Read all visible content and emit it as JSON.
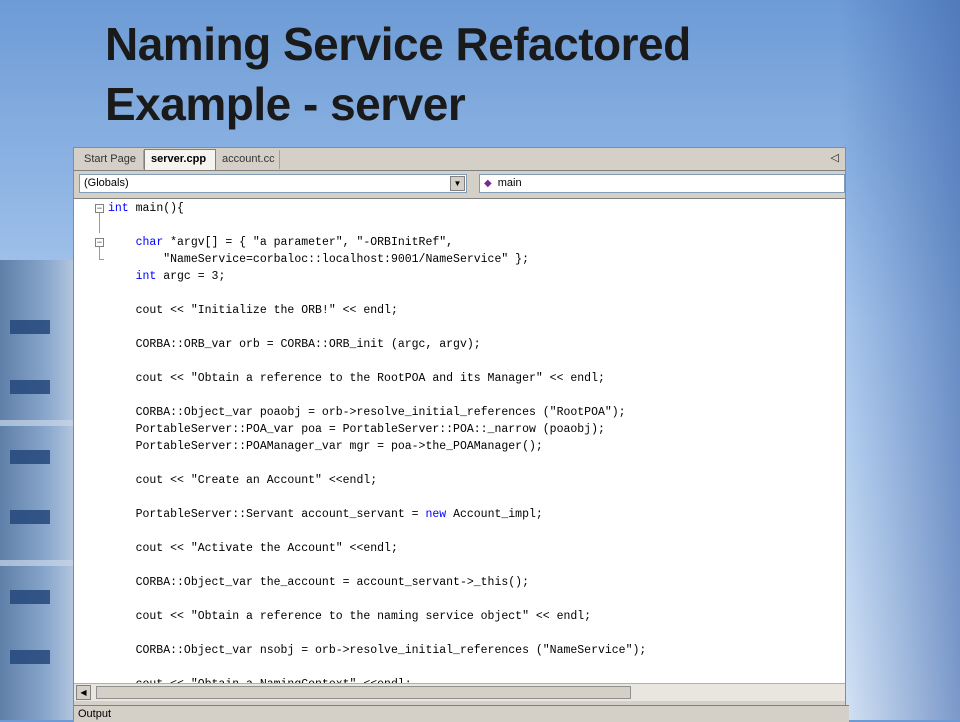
{
  "slide": {
    "title_line1": "Naming Service Refactored",
    "title_line2": "Example - server"
  },
  "ide": {
    "tabs": [
      "Start Page",
      "server.cpp",
      "account.cc"
    ],
    "active_tab": "server.cpp",
    "close_glyph": "◁",
    "scope_combo": "(Globals)",
    "member_combo": "main",
    "output_label": "Output",
    "code_lines": [
      {
        "kind": "fold",
        "segments": [
          {
            "t": "int",
            "kw": true
          },
          {
            "t": " main(){",
            "kw": false
          }
        ]
      },
      {
        "kind": "blank",
        "segments": []
      },
      {
        "kind": "fold",
        "segments": [
          {
            "t": "    ",
            "kw": false
          },
          {
            "t": "char",
            "kw": true
          },
          {
            "t": " *argv[] = { \"a parameter\", \"-ORBInitRef\",",
            "kw": false
          }
        ]
      },
      {
        "kind": "end",
        "segments": [
          {
            "t": "        \"NameService=corbaloc::localhost:9001/NameService\" };",
            "kw": false
          }
        ]
      },
      {
        "kind": "line",
        "segments": [
          {
            "t": "    ",
            "kw": false
          },
          {
            "t": "int",
            "kw": true
          },
          {
            "t": " argc = 3;",
            "kw": false
          }
        ]
      },
      {
        "kind": "blank",
        "segments": []
      },
      {
        "kind": "line",
        "segments": [
          {
            "t": "    cout << \"Initialize the ORB!\" << endl;",
            "kw": false
          }
        ]
      },
      {
        "kind": "blank",
        "segments": []
      },
      {
        "kind": "line",
        "segments": [
          {
            "t": "    CORBA::ORB_var orb = CORBA::ORB_init (argc, argv);",
            "kw": false
          }
        ]
      },
      {
        "kind": "blank",
        "segments": []
      },
      {
        "kind": "line",
        "segments": [
          {
            "t": "    cout << \"Obtain a reference to the RootPOA and its Manager\" << endl;",
            "kw": false
          }
        ]
      },
      {
        "kind": "blank",
        "segments": []
      },
      {
        "kind": "line",
        "segments": [
          {
            "t": "    CORBA::Object_var poaobj = orb->resolve_initial_references (\"RootPOA\");",
            "kw": false
          }
        ]
      },
      {
        "kind": "line",
        "segments": [
          {
            "t": "    PortableServer::POA_var poa = PortableServer::POA::_narrow (poaobj);",
            "kw": false
          }
        ]
      },
      {
        "kind": "line",
        "segments": [
          {
            "t": "    PortableServer::POAManager_var mgr = poa->the_POAManager();",
            "kw": false
          }
        ]
      },
      {
        "kind": "blank",
        "segments": []
      },
      {
        "kind": "line",
        "segments": [
          {
            "t": "    cout << \"Create an Account\" <<endl;",
            "kw": false
          }
        ]
      },
      {
        "kind": "blank",
        "segments": []
      },
      {
        "kind": "line",
        "segments": [
          {
            "t": "    PortableServer::Servant account_servant = ",
            "kw": false
          },
          {
            "t": "new",
            "kw": true
          },
          {
            "t": " Account_impl;",
            "kw": false
          }
        ]
      },
      {
        "kind": "blank",
        "segments": []
      },
      {
        "kind": "line",
        "segments": [
          {
            "t": "    cout << \"Activate the Account\" <<endl;",
            "kw": false
          }
        ]
      },
      {
        "kind": "blank",
        "segments": []
      },
      {
        "kind": "line",
        "segments": [
          {
            "t": "    CORBA::Object_var the_account = account_servant->_this();",
            "kw": false
          }
        ]
      },
      {
        "kind": "blank",
        "segments": []
      },
      {
        "kind": "line",
        "segments": [
          {
            "t": "    cout << \"Obtain a reference to the naming service object\" << endl;",
            "kw": false
          }
        ]
      },
      {
        "kind": "blank",
        "segments": []
      },
      {
        "kind": "line",
        "segments": [
          {
            "t": "    CORBA::Object_var nsobj = orb->resolve_initial_references (\"NameService\");",
            "kw": false
          }
        ]
      },
      {
        "kind": "blank",
        "segments": []
      },
      {
        "kind": "line",
        "segments": [
          {
            "t": "    cout << \"Obtain a NamingContext\" <<endl;",
            "kw": false
          }
        ]
      }
    ]
  },
  "colors": {
    "keyword": "#0000ff",
    "title": "#1a1a1a"
  }
}
